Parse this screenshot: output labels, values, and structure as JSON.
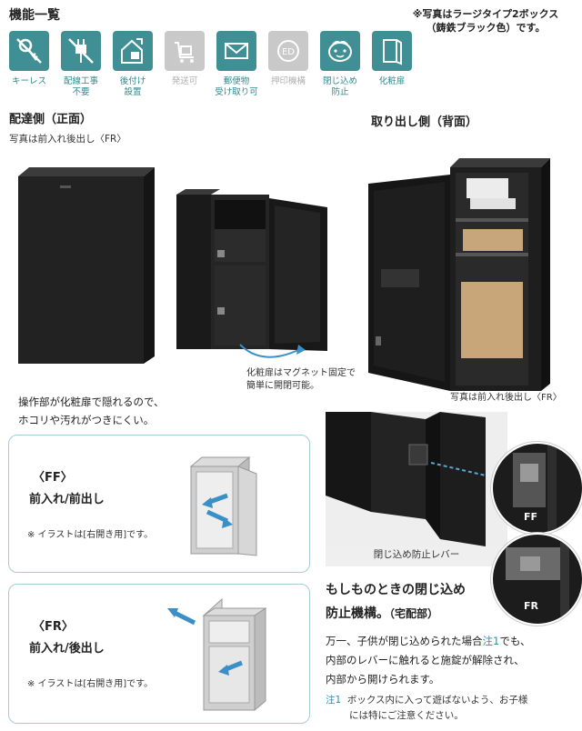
{
  "header": {
    "title": "機能一覧",
    "note_line1": "※写真はラージタイプ2ボックス",
    "note_line2": "（鋳鉄ブラック色）です。"
  },
  "features": [
    {
      "label": "キーレス",
      "icon": "keyless-icon",
      "active": true
    },
    {
      "label": "配線工事\n不要",
      "icon": "no-wiring-icon",
      "active": true
    },
    {
      "label": "後付け\n設置",
      "icon": "retrofit-icon",
      "active": true
    },
    {
      "label": "発送可",
      "icon": "cart-icon",
      "active": false
    },
    {
      "label": "郵便物\n受け取り可",
      "icon": "mail-icon",
      "active": true
    },
    {
      "label": "押印機構",
      "icon": "stamp-icon",
      "active": false
    },
    {
      "label": "閉じ込め\n防止",
      "icon": "child-face-icon",
      "active": true
    },
    {
      "label": "化粧扉",
      "icon": "decorative-door-icon",
      "active": true
    }
  ],
  "delivery_side": {
    "title": "配達側（正面）",
    "photo_note": "写真は前入れ後出し〈FR〉",
    "magnet_caption_1": "化粧扉はマグネット固定で",
    "magnet_caption_2": "簡単に開閉可能。",
    "hidden_caption_1": "操作部が化粧扉で隠れるので、",
    "hidden_caption_2": "ホコリや汚れがつきにくい。"
  },
  "pickup_side": {
    "title": "取り出し側（背面）",
    "photo_note": "写真は前入れ後出し〈FR〉"
  },
  "types": [
    {
      "code": "〈FF〉",
      "name": "前入れ/前出し",
      "note": "※ イラストは[右開き用]です。"
    },
    {
      "code": "〈FR〉",
      "name": "前入れ/後出し",
      "note": "※ イラストは[右開き用]です。"
    }
  ],
  "lever": {
    "caption": "閉じ込め防止レバー",
    "ff_label": "FF",
    "fr_label": "FR"
  },
  "anti_trap": {
    "heading_1": "もしものときの閉じ込め",
    "heading_2": "防止機構。",
    "heading_sub": "（宅配部）",
    "body_1a": "万一、子供が閉じ込められた場合",
    "body_1b": "注1",
    "body_1c": "でも、",
    "body_2": "内部のレバーに触れると施錠が解除され、",
    "body_3": "内部から開けられます。",
    "note_mark": "注1",
    "note_1": "ボックス内に入って遊ばないよう、お子様",
    "note_2": "には特にご注意ください。"
  },
  "colors": {
    "teal": "#3f8f95",
    "disabled": "#c9c9c9",
    "panel_border": "#a8cbd8",
    "arrow_blue": "#3a8fc7"
  }
}
